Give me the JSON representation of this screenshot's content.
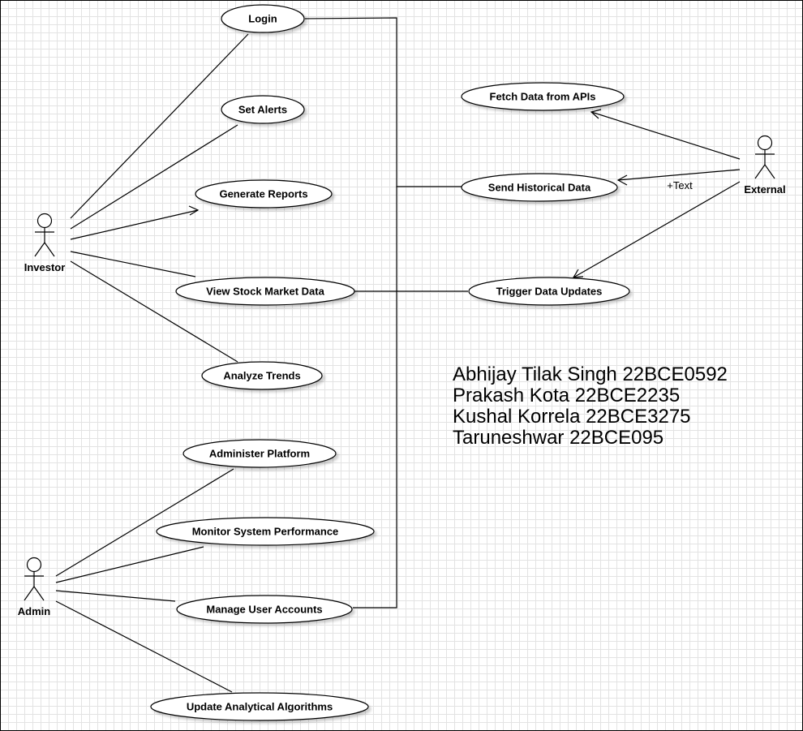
{
  "actors": {
    "investor": "Investor",
    "admin": "Admin",
    "external": "External"
  },
  "use_cases": {
    "login": "Login",
    "set_alerts": "Set Alerts",
    "generate_reports": "Generate Reports",
    "view_stock_market_data": "View Stock Market Data",
    "analyze_trends": "Analyze Trends",
    "fetch_data_from_apis": "Fetch Data from APIs",
    "send_historical_data": "Send Historical Data",
    "trigger_data_updates": "Trigger Data Updates",
    "administer_platform": "Administer Platform",
    "monitor_system_performance": "Monitor System Performance",
    "manage_user_accounts": "Manage User Accounts",
    "update_analytical_algorithms": "Update Analytical Algorithms"
  },
  "edge_labels": {
    "external_send": "+Text"
  },
  "authors": [
    "Abhijay Tilak Singh 22BCE0592",
    "Prakash Kota 22BCE2235",
    "Kushal Korrela 22BCE3275",
    "Taruneshwar 22BCE095"
  ]
}
